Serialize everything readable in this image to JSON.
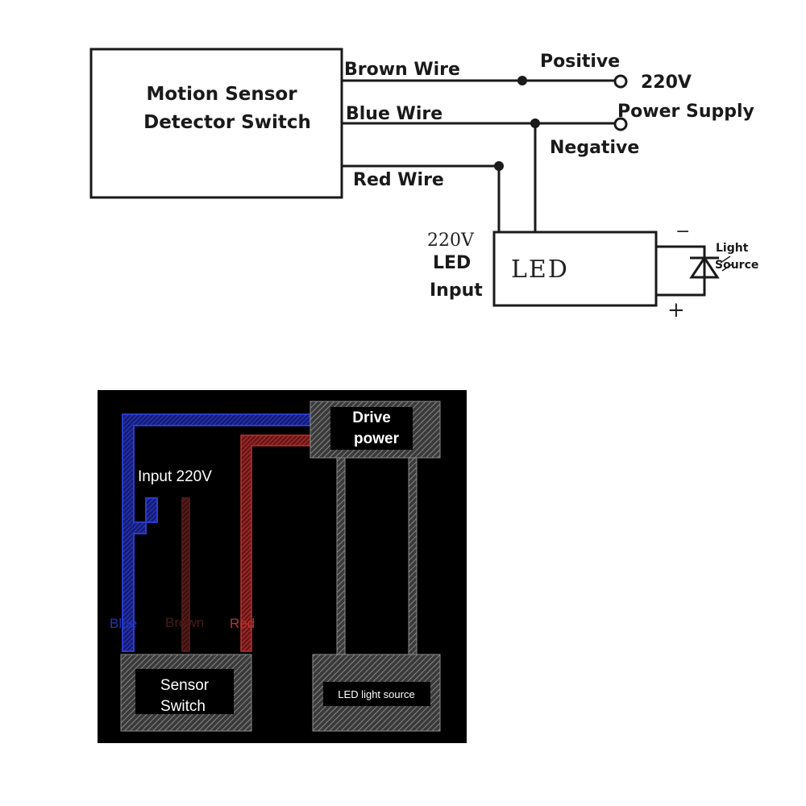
{
  "top_diagram": {
    "sensor_box": {
      "line1": "Motion Sensor",
      "line2": "Detector Switch"
    },
    "wires": {
      "brown": "Brown Wire",
      "blue": "Blue Wire",
      "red": "Red Wire"
    },
    "terminals": {
      "positive": "Positive",
      "negative": "Negative",
      "voltage": "220V",
      "supply": "Power Supply"
    },
    "led_input": {
      "voltage": "220V",
      "line1": "LED",
      "line2": "Input"
    },
    "led_box": {
      "label": "LED"
    },
    "light_source": {
      "line1": "Light",
      "line2": "Source",
      "minus": "−",
      "plus": "+"
    }
  },
  "bottom_panel": {
    "drive_power": {
      "line1": "Drive",
      "line2": "power"
    },
    "input_label": "Input 220V",
    "wire_labels": {
      "blue": "Blue",
      "brown": "Brown",
      "red": "Red"
    },
    "sensor_switch": {
      "line1": "Sensor",
      "line2": "Switch"
    },
    "led_light_source": "LED light source"
  },
  "colors": {
    "blue_wire": "#1f2fb8",
    "brown_wire": "#5a1e1e",
    "red_wire": "#b8302f",
    "panel_bg": "#000000"
  }
}
